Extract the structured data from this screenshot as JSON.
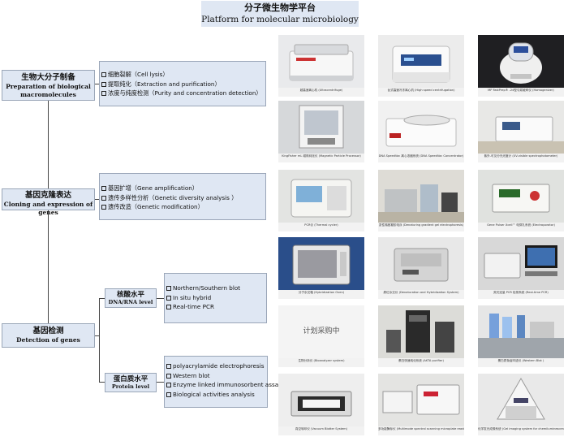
{
  "header": {
    "title_cn": "分子微生物学平台",
    "title_en": "Platform for molecular microbiology"
  },
  "categories": [
    {
      "title_cn": "生物大分子制备",
      "title_en_1": "Preparation of biological",
      "title_en_2": "macromolecules",
      "items": [
        "细胞裂解（Cell lysis）",
        "提取纯化（Extraction and purification）",
        "浓度与纯度检测（Purity and concentration detection）"
      ]
    },
    {
      "title_cn": "基因克隆表达",
      "title_en_1": "Cloning and expression of genes",
      "items": [
        "基因扩增（Gene amplification）",
        "遗传多样性分析（Genetic diversity analysis ）",
        "遗传改造（Genetic modification）"
      ]
    },
    {
      "title_cn": "基因检测",
      "title_en_1": "Detection of genes",
      "levels": [
        {
          "title_cn": "核酸水平",
          "title_en": "DNA/RNA level",
          "items": [
            "Northern/Southern blot",
            "In situ hybrid",
            "Real-time PCR"
          ]
        },
        {
          "title_cn": "蛋白质水平",
          "title_en": "Protein level",
          "items": [
            "polyacrylamide electrophoresis",
            "Western blot",
            "Enzyme linked immunosorbent assay",
            "Biological activities analysis"
          ]
        }
      ]
    }
  ],
  "equipment": [
    {
      "caption": "超高速离心机 (Ultracentrifuge)",
      "icon": "ultracentrifuge-photo"
    },
    {
      "caption": "台式高速冷冻离心机 (High speed centrifugation)",
      "icon": "centrifuge-photo"
    },
    {
      "caption": "MP FastPrep® -24型匀浆破碎仪 (Homogenizer)",
      "icon": "homogenizer-photo"
    },
    {
      "caption": "KingFisher mL 磁珠纯化仪 (Magnetic Particle Processor)",
      "icon": "magnetic-processor-photo"
    },
    {
      "caption": "DNA SpeedVac 离心浓缩系统 (DNA SpeedVac Concentrator)",
      "icon": "speedvac-photo"
    },
    {
      "caption": "紫外-可见分光光度计 (UV-visible spectrophotometer)",
      "icon": "spectrophotometer-photo"
    },
    {
      "caption": "PCR仪 (Thermal cycler)",
      "icon": "thermal-cycler-photo"
    },
    {
      "caption": "变性梯度凝胶电泳 (Denaturing gradient gel electrophoresis)",
      "icon": "dgge-photo"
    },
    {
      "caption": "Gene Pulser Xcell™ 电穿孔系统 (Electroporator)",
      "icon": "electroporator-photo"
    },
    {
      "caption": "分子杂交箱 (Hybridization Oven)",
      "icon": "hybridization-oven-photo"
    },
    {
      "caption": "原位杂交仪 (Denaturation and Hybridization System)",
      "icon": "in-situ-hybridization-photo"
    },
    {
      "caption": "荧光定量 PCR 检测系统 (Real-time PCR)",
      "icon": "realtime-pcr-photo"
    },
    {
      "caption": "生物分析仪 (Bioanalyzer system)",
      "icon": "planned-placeholder",
      "planned": "计划采购中"
    },
    {
      "caption": "蛋白快速纯化系统 (ÄKTA purifier)",
      "icon": "akta-purifier-photo"
    },
    {
      "caption": "蛋白质免疫印迹仪 (Western Blot )",
      "icon": "western-blot-photo"
    },
    {
      "caption": "真空转印仪 (Vacuum Blotter System)",
      "icon": "vacuum-blotter-photo"
    },
    {
      "caption": "多功能酶标仪 (Multimode spectral scanning microplate reader)",
      "icon": "microplate-reader-photo"
    },
    {
      "caption": "化学发光成像系统 (Gel imaging system for chemiluminescence)",
      "icon": "gel-imaging-photo"
    }
  ]
}
